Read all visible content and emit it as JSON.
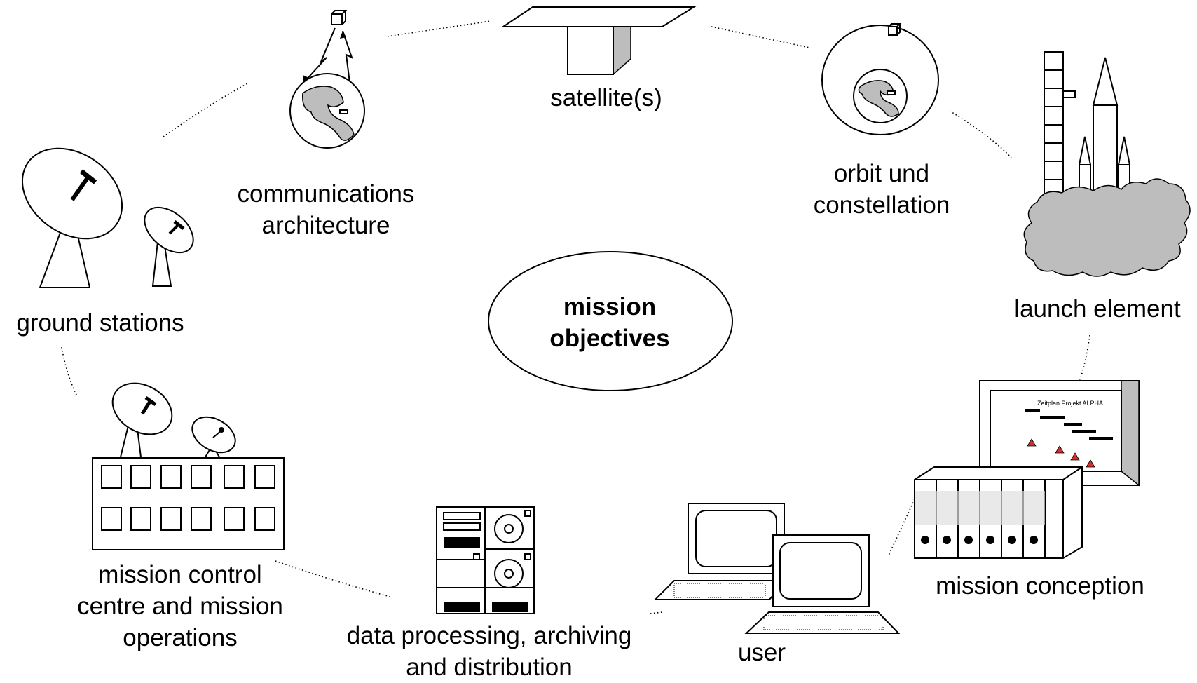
{
  "center": {
    "line1": "mission",
    "line2": "objectives"
  },
  "nodes": {
    "satellites": "satellite(s)",
    "communications": [
      "communications",
      "architecture"
    ],
    "orbit": [
      "orbit und",
      "constellation"
    ],
    "launch": "launch element",
    "ground": "ground stations",
    "control": [
      "mission control",
      "centre and mission",
      "operations"
    ],
    "data_processing": [
      "data processing, archiving",
      "and distribution"
    ],
    "user": "user",
    "conception": "mission conception"
  },
  "schedule_chart_title": "Zeitplan  Projekt  ALPHA",
  "colors": {
    "line": "#000000",
    "fill_grey": "#bdbdbd",
    "milestone": "#d32f2f"
  }
}
